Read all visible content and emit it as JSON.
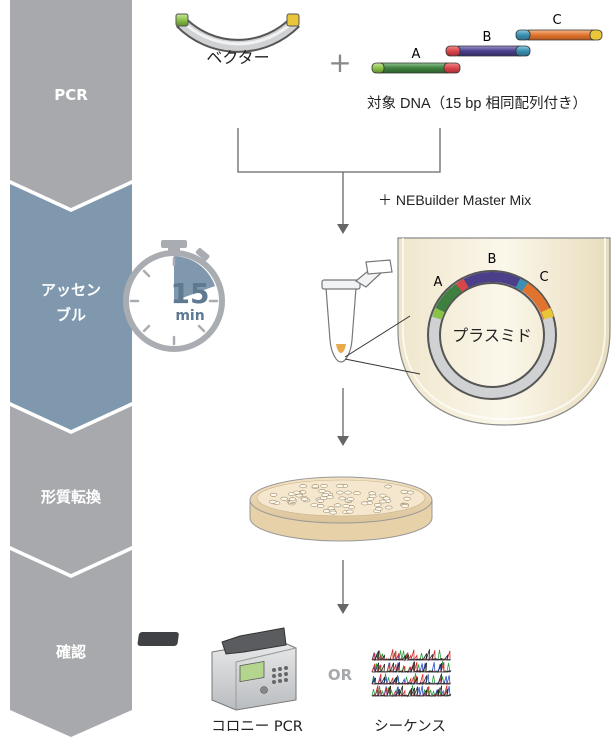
{
  "steps": {
    "pcr": "PCR",
    "assembly_line1": "アッセン",
    "assembly_line2": "ブル",
    "transformation": "形質転換",
    "confirmation": "確認"
  },
  "pcr_section": {
    "vector_label": "ベクター",
    "plus": "+",
    "fragment_a": "A",
    "fragment_b": "B",
    "fragment_c": "C",
    "target_dna": "対象 DNA（15 bp 相同配列付き）"
  },
  "master_mix": "＋ NEBuilder Master Mix",
  "timer": {
    "value": "15",
    "unit": "min"
  },
  "plasmid": {
    "label": "プラスミド",
    "a": "A",
    "b": "B",
    "c": "C"
  },
  "confirm": {
    "or": "OR",
    "colony_pcr": "コロニー PCR",
    "sequence": "シーケンス"
  },
  "colors": {
    "step_gray": "#a7a9ac",
    "step_blue": "#7f98ad",
    "frag_a": "#4e8a4e",
    "frag_b": "#5a4f96",
    "frag_c": "#e37d3a",
    "frag_a_end": "#d9464a",
    "frag_b_end": "#3b8fb0",
    "frag_c_end": "#3b8fb0"
  }
}
